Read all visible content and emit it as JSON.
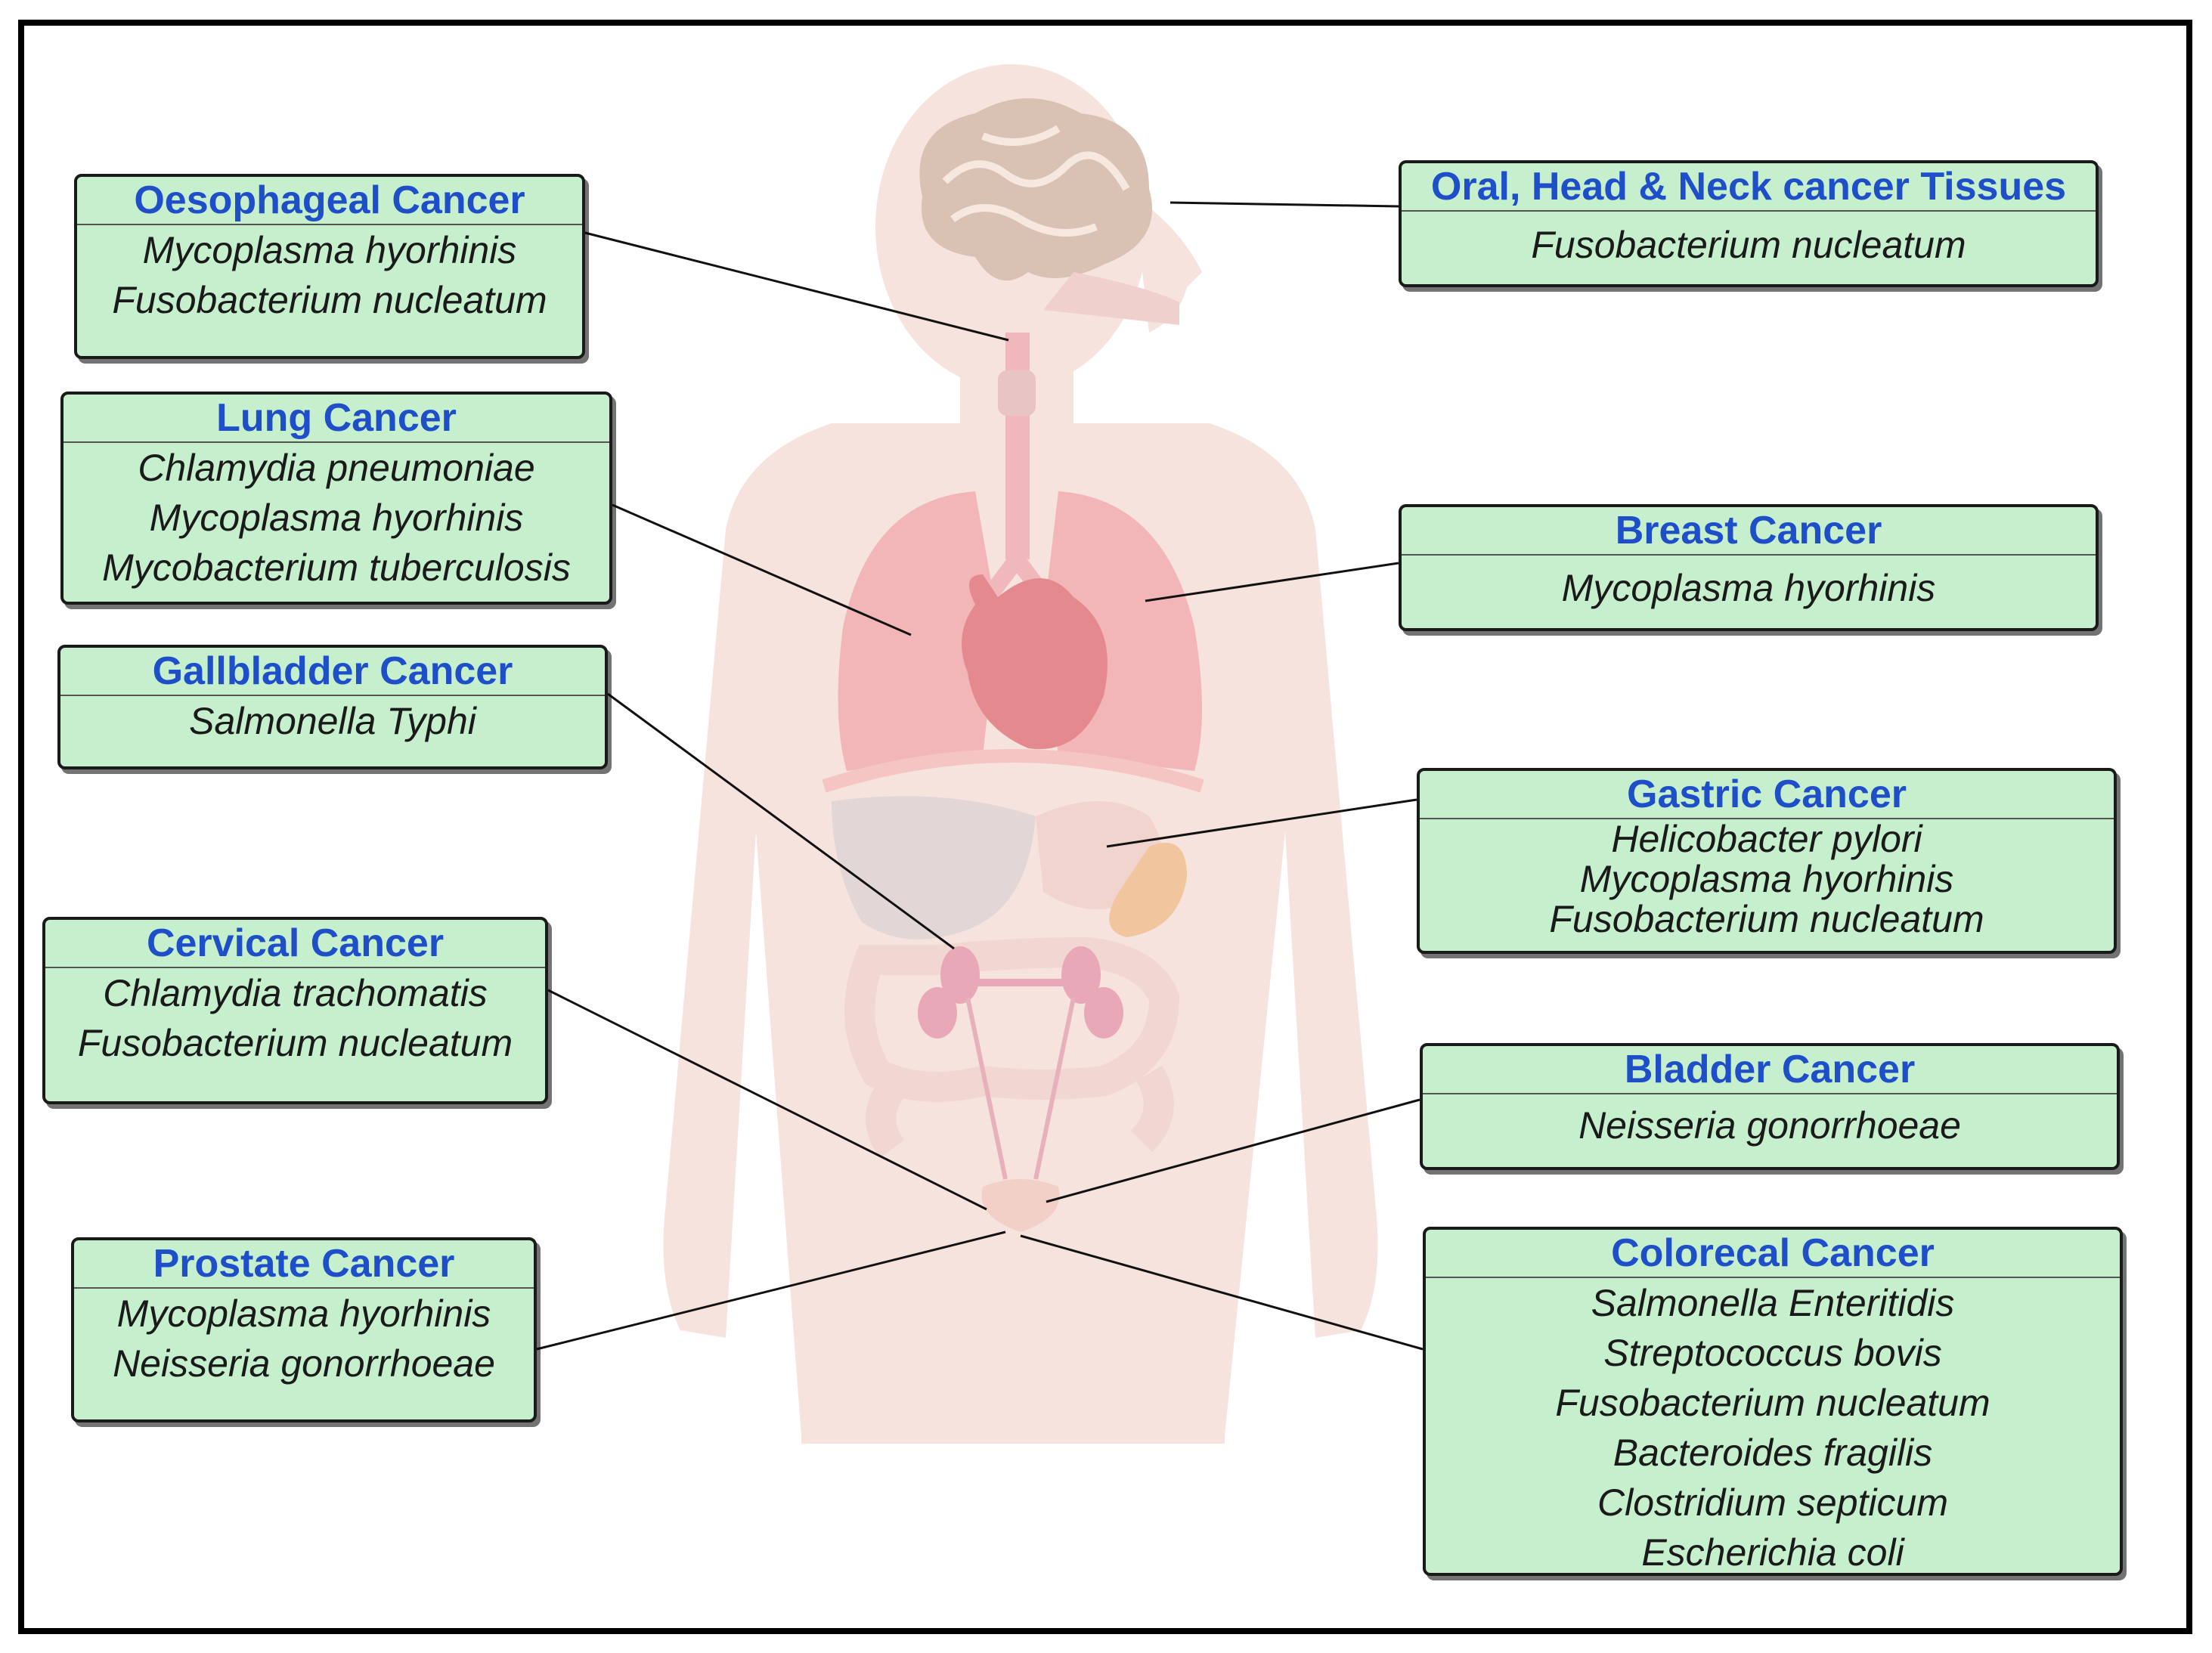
{
  "boxes": [
    {
      "id": "oesophageal",
      "title": "Oesophageal Cancer",
      "items": [
        "Mycoplasma hyorhinis",
        "Fusobacterium nucleatum"
      ]
    },
    {
      "id": "lung",
      "title": "Lung Cancer",
      "items": [
        "Chlamydia pneumoniae",
        "Mycoplasma hyorhinis",
        "Mycobacterium tuberculosis"
      ]
    },
    {
      "id": "gallbladder",
      "title": "Gallbladder Cancer",
      "items": [
        "Salmonella Typhi"
      ]
    },
    {
      "id": "cervical",
      "title": "Cervical Cancer",
      "items": [
        "Chlamydia trachomatis",
        "Fusobacterium nucleatum"
      ]
    },
    {
      "id": "prostate",
      "title": "Prostate  Cancer",
      "items": [
        "Mycoplasma hyorhinis",
        "Neisseria gonorrhoeae"
      ]
    },
    {
      "id": "oral",
      "title": "Oral, Head & Neck cancer Tissues",
      "items": [
        "Fusobacterium nucleatum"
      ]
    },
    {
      "id": "breast",
      "title": "Breast Cancer",
      "items": [
        "Mycoplasma hyorhinis"
      ]
    },
    {
      "id": "gastric",
      "title": "Gastric Cancer",
      "items": [
        "Helicobacter pylori",
        "Mycoplasma hyorhinis",
        "Fusobacterium nucleatum"
      ]
    },
    {
      "id": "bladder",
      "title": "Bladder Cancer",
      "items": [
        "Neisseria gonorrhoeae"
      ]
    },
    {
      "id": "colorectal",
      "title": "Colorecal Cancer",
      "items": [
        "Salmonella Enteritidis",
        "Streptococcus bovis",
        "Fusobacterium nucleatum",
        "Bacteroides fragilis",
        "Clostridium septicum",
        "Escherichia coli"
      ]
    }
  ],
  "colors": {
    "box_fill": "#c6efce",
    "title_text": "#1f4ec9",
    "body_silhouette": "#f6e3dd",
    "lungs": "#f2b6b8",
    "heart": "#e48a8f",
    "brain": "#e7d6cc"
  }
}
